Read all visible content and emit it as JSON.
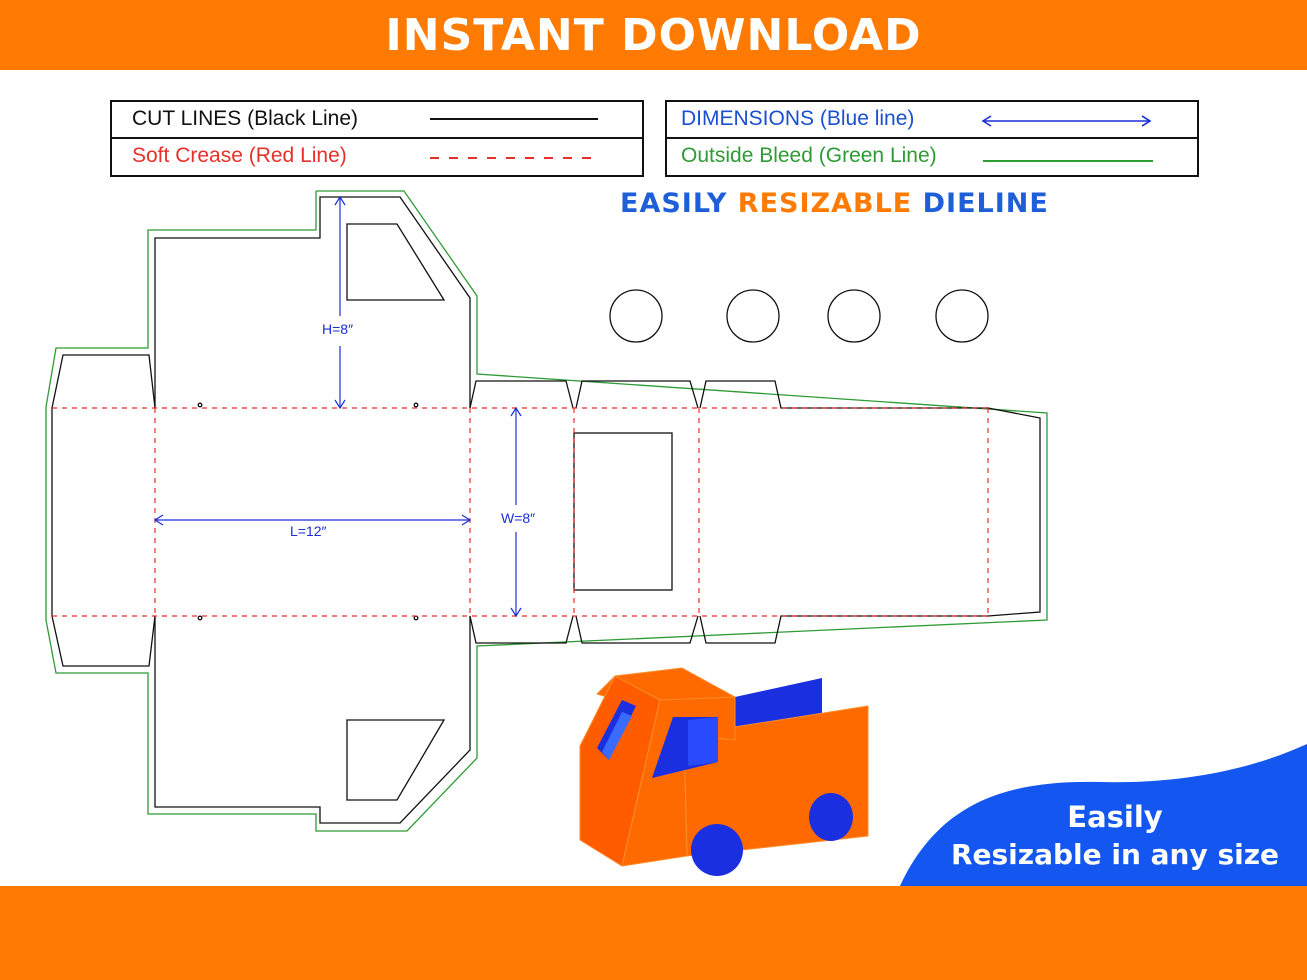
{
  "banner": {
    "title": "INSTANT DOWNLOAD"
  },
  "legend": {
    "cut_lines": "CUT LINES (Black Line)",
    "soft_crease": "Soft Crease (Red Line)",
    "dimensions": "DIMENSIONS (Blue line)",
    "outside_bleed": "Outside Bleed (Green Line)"
  },
  "tagline": {
    "part1": "EASILY",
    "part2": "RESIZABLE",
    "part3": "DIELINE"
  },
  "dieline": {
    "height_label": "H=8″",
    "length_label": "L=12″",
    "width_label": "W=8″"
  },
  "promo": {
    "line1": "Easily",
    "line2": "Resizable in any size"
  },
  "colors": {
    "banner": "#ff7a00",
    "cut": "#111111",
    "crease": "#e8302a",
    "dimension": "#1a2fd6",
    "bleed": "#2e9b35",
    "tagline_blue": "#1e5fd8",
    "tagline_orange": "#ff7a00",
    "blob": "#1457f0",
    "truck_orange": "#ff6a00",
    "truck_blue": "#1a2fe0"
  }
}
